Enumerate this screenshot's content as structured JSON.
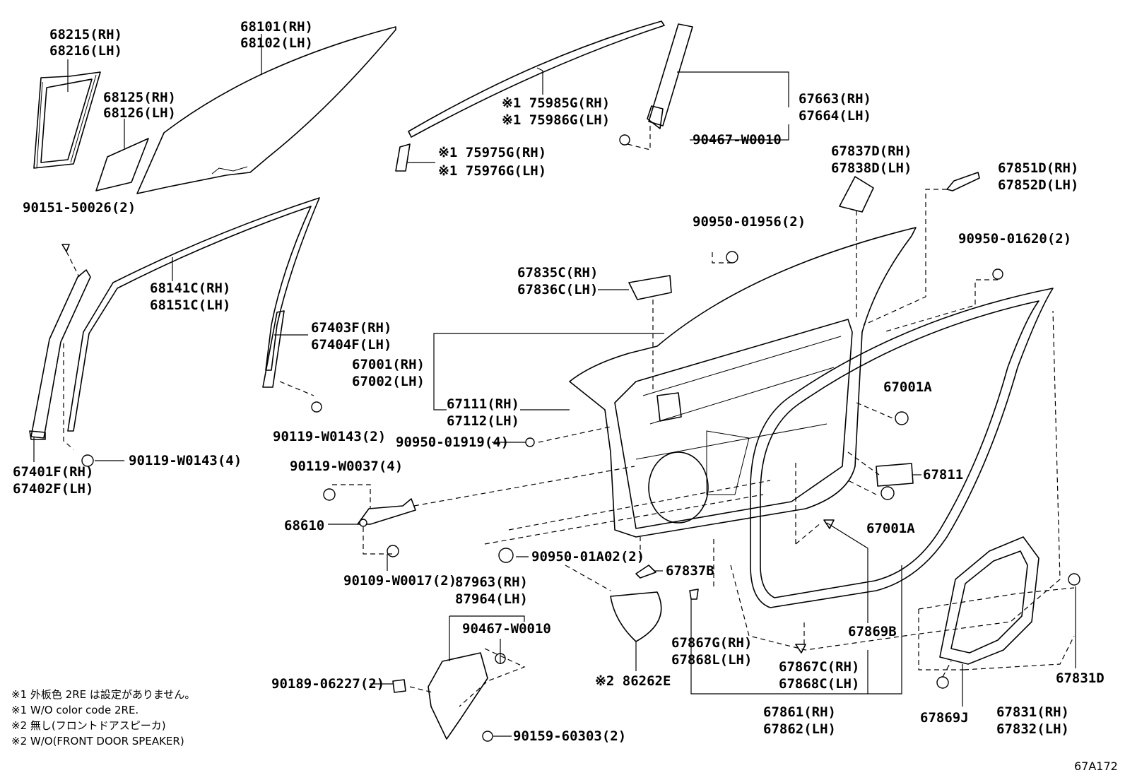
{
  "labels": {
    "l68215": "68215(RH)",
    "l68216": "68216(LH)",
    "l68101": "68101(RH)",
    "l68102": "68102(LH)",
    "l68125": "68125(RH)",
    "l68126": "68126(LH)",
    "l75985a": "※1 75985G(RH)",
    "l75985b": "※1 75986G(LH)",
    "l75975a": "※1 75975G(RH)",
    "l75975b": "※1 75976G(LH)",
    "l67663": "67663(RH)",
    "l67664": "67664(LH)",
    "l90467a": "90467-W0010",
    "l67837d": "67837D(RH)",
    "l67838d": "67838D(LH)",
    "l67851d": "67851D(RH)",
    "l67852d": "67852D(LH)",
    "l90151": "90151-50026(2)",
    "l90950a": "90950-01956(2)",
    "l90950b": "90950-01620(2)",
    "l68141": "68141C(RH)",
    "l68151": "68151C(LH)",
    "l67835": "67835C(RH)",
    "l67836": "67836C(LH)",
    "l67403": "67403F(RH)",
    "l67404": "67404F(LH)",
    "l67001": "67001(RH)",
    "l67002": "67002(LH)",
    "l67111": "67111(RH)",
    "l67112": "67112(LH)",
    "l67001a1": "67001A",
    "l90119a": "90119-W0143(2)",
    "l90950c": "90950-01919(4)",
    "l90119b": "90119-W0143(4)",
    "l67401": "67401F(RH)",
    "l67402": "67402F(LH)",
    "l90119c": "90119-W0037(4)",
    "l67811": "67811",
    "l68610": "68610",
    "l67001a2": "67001A",
    "l90950d": "90950-01A02(2)",
    "l67837b": "67837B",
    "l90109": "90109-W0017(2)",
    "l87963": "87963(RH)",
    "l87964": "87964(LH)",
    "l90467b": "90467-W0010",
    "l67869b": "67869B",
    "l67867g": "67867G(RH)",
    "l67868l": "67868L(LH)",
    "l67867c": "67867C(RH)",
    "l67868c": "67868C(LH)",
    "l67831d": "67831D",
    "l86262": "※2 86262E",
    "l90189": "90189-06227(2)",
    "l67861": "67861(RH)",
    "l67862": "67862(LH)",
    "l67831": "67831(RH)",
    "l67832": "67832(LH)",
    "l67869j": "67869J",
    "l90159": "90159-60303(2)"
  },
  "notes": {
    "n1": "※1 外板色 2RE は設定がありません。",
    "n2": "※1 W/O color code 2RE.",
    "n3": "※2 無し(フロントドアスピーカ)",
    "n4": "※2 W/O(FRONT DOOR SPEAKER)"
  },
  "diagram_code": "67A172"
}
